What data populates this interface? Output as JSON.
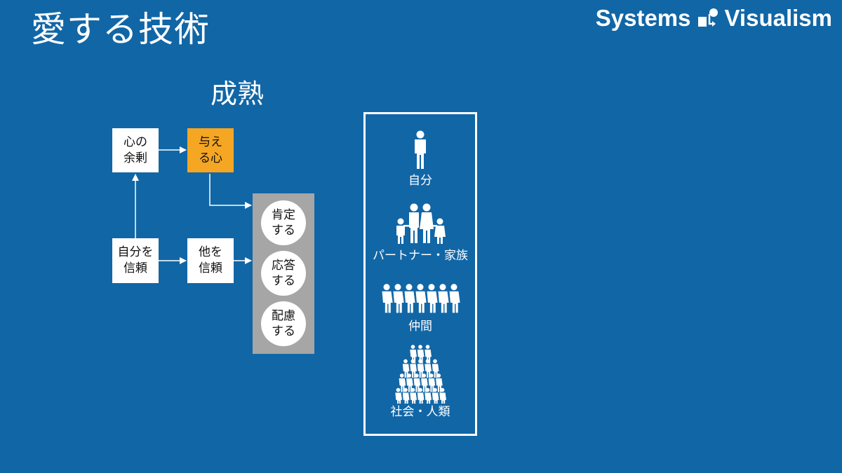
{
  "header": {
    "title": "愛する技術",
    "logo_left": "Systems",
    "logo_right": "Visualism"
  },
  "diagram": {
    "subtitle": "成熟",
    "nodes": {
      "surplus": {
        "line1": "心の",
        "line2": "余剰"
      },
      "giving": {
        "line1": "与え",
        "line2": "る心"
      },
      "self_trust": {
        "line1": "自分を",
        "line2": "信頼"
      },
      "other_trust": {
        "line1": "他を",
        "line2": "信頼"
      }
    },
    "actions": [
      {
        "line1": "肯定",
        "line2": "する"
      },
      {
        "line1": "応答",
        "line2": "する"
      },
      {
        "line1": "配慮",
        "line2": "する"
      }
    ],
    "colors": {
      "background": "#1166a6",
      "highlight": "#f5a623",
      "action_panel": "#a6a6a6"
    }
  },
  "tiers": [
    {
      "label": "自分",
      "icon": "single-person-icon"
    },
    {
      "label": "パートナー・家族",
      "icon": "family-icon"
    },
    {
      "label": "仲間",
      "icon": "group-row-icon"
    },
    {
      "label": "社会・人類",
      "icon": "crowd-pyramid-icon"
    }
  ]
}
